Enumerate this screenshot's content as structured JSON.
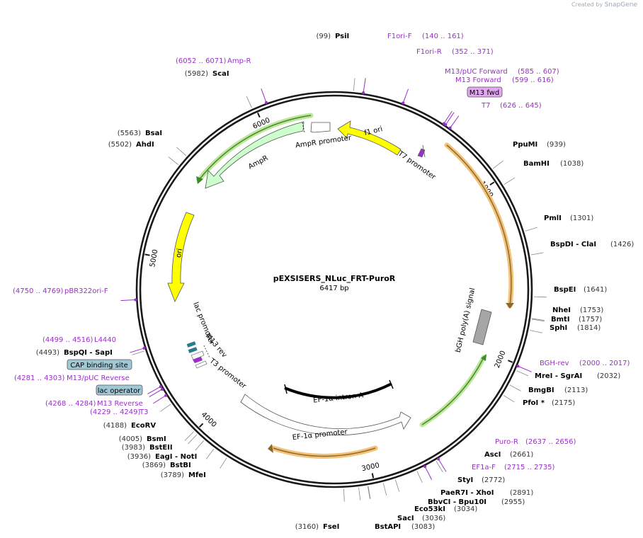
{
  "brand": {
    "created_by": "Created by",
    "app": "SnapGene"
  },
  "plasmid": {
    "name": "pEXSISERS_NLuc_FRT-PuroR",
    "size": "6417 bp",
    "length": 6417
  },
  "colors": {
    "backbone": "#1a1a1a",
    "enzyme_text": "#000000",
    "pos_text": "#333333",
    "primer": "#9a2fc9",
    "feature_yellow": "#ffff00",
    "feature_green": "#ccffcc",
    "feature_orange_glow": "#f3c27a",
    "feature_green_glow": "#bfe59a",
    "terminator": "#a6a6a6",
    "protein_bind": "#a1c8d6",
    "misc": "#ffffff"
  },
  "ticks": [
    {
      "pos": 1000,
      "label": "1000"
    },
    {
      "pos": 2000,
      "label": "2000"
    },
    {
      "pos": 3000,
      "label": "3000"
    },
    {
      "pos": 4000,
      "label": "4000"
    },
    {
      "pos": 5000,
      "label": "5000"
    },
    {
      "pos": 6000,
      "label": "6000"
    }
  ],
  "enzymes": [
    {
      "name": "PsiI",
      "pos": "(99)",
      "at": 99
    },
    {
      "name": "ScaI",
      "pos": "(5982)",
      "at": 5982
    },
    {
      "name": "BsaI",
      "pos": "(5563)",
      "at": 5563
    },
    {
      "name": "AhdI",
      "pos": "(5502)",
      "at": 5502
    },
    {
      "name": "PpuMI",
      "pos": "(939)",
      "at": 939
    },
    {
      "name": "BamHI",
      "pos": "(1038)",
      "at": 1038
    },
    {
      "name": "PmlI",
      "pos": "(1301)",
      "at": 1301
    },
    {
      "name": "BspDI - ClaI",
      "pos": "(1426)",
      "at": 1426
    },
    {
      "name": "BspEI",
      "pos": "(1641)",
      "at": 1641
    },
    {
      "name": "NheI",
      "pos": "(1753)",
      "at": 1753
    },
    {
      "name": "BmtI",
      "pos": "(1757)",
      "at": 1757
    },
    {
      "name": "SphI",
      "pos": "(1814)",
      "at": 1814
    },
    {
      "name": "MreI - SgrAI",
      "pos": "(2032)",
      "at": 2032
    },
    {
      "name": "BmgBI",
      "pos": "(2113)",
      "at": 2113
    },
    {
      "name": "PfoI *",
      "pos": "(2175)",
      "at": 2175
    },
    {
      "name": "AscI",
      "pos": "(2661)",
      "at": 2661
    },
    {
      "name": "StyI",
      "pos": "(2772)",
      "at": 2772
    },
    {
      "name": "PaeR7I - XhoI",
      "pos": "(2891)",
      "at": 2891
    },
    {
      "name": "BbvCI - Bpu10I",
      "pos": "(2955)",
      "at": 2955
    },
    {
      "name": "Eco53kI",
      "pos": "(3034)",
      "at": 3034
    },
    {
      "name": "SacI",
      "pos": "(3036)",
      "at": 3036
    },
    {
      "name": "BstAPI",
      "pos": "(3083)",
      "at": 3083
    },
    {
      "name": "FseI",
      "pos": "(3160)",
      "at": 3160
    },
    {
      "name": "MfeI",
      "pos": "(3789)",
      "at": 3789
    },
    {
      "name": "BstBI",
      "pos": "(3869)",
      "at": 3869
    },
    {
      "name": "EagI - NotI",
      "pos": "(3936)",
      "at": 3936
    },
    {
      "name": "BstEII",
      "pos": "(3983)",
      "at": 3983
    },
    {
      "name": "BsmI",
      "pos": "(4005)",
      "at": 4005
    },
    {
      "name": "EcoRV",
      "pos": "(4188)",
      "at": 4188
    },
    {
      "name": "BspQI - SapI",
      "pos": "(4493)",
      "at": 4493
    }
  ],
  "primers": [
    {
      "name": "F1ori-F",
      "range": "(140 .. 161)",
      "at": 150
    },
    {
      "name": "F1ori-R",
      "range": "(352 .. 371)",
      "at": 361
    },
    {
      "name": "M13/pUC Forward",
      "range": "(585 .. 607)",
      "at": 596
    },
    {
      "name": "M13 Forward",
      "range": "(599 .. 616)",
      "at": 607
    },
    {
      "name": "T7",
      "range": "(626 .. 645)",
      "at": 635
    },
    {
      "name": "Amp-R",
      "range": "(6052 .. 6071)",
      "at": 6061
    },
    {
      "name": "BGH-rev",
      "range": "(2000 .. 2017)",
      "at": 2008
    },
    {
      "name": "Puro-R",
      "range": "(2637 .. 2656)",
      "at": 2646
    },
    {
      "name": "EF1a-F",
      "range": "(2715 .. 2735)",
      "at": 2725
    },
    {
      "name": "pBR322ori-F",
      "range": "(4750 .. 4769)",
      "at": 4760
    },
    {
      "name": "L4440",
      "range": "(4499 .. 4516)",
      "at": 4507
    },
    {
      "name": "M13/pUC Reverse",
      "range": "(4281 .. 4303)",
      "at": 4292
    },
    {
      "name": "M13 Reverse",
      "range": "(4268 .. 4284)",
      "at": 4276
    },
    {
      "name": "T3",
      "range": "(4229 .. 4249)",
      "at": 4239
    }
  ],
  "boxed_labels": [
    {
      "name": "M13 fwd"
    },
    {
      "name": "CAP binding site"
    },
    {
      "name": "lac operator"
    }
  ],
  "features": [
    {
      "name": "f1 ori"
    },
    {
      "name": "AmpR promoter"
    },
    {
      "name": "AmpR"
    },
    {
      "name": "ori"
    },
    {
      "name": "lac promoter"
    },
    {
      "name": "M13 rev"
    },
    {
      "name": "T3 promoter"
    },
    {
      "name": "T7 promoter"
    },
    {
      "name": "bGH poly(A) signal"
    },
    {
      "name": "EF-1α intron A"
    },
    {
      "name": "EF-1α promoter"
    }
  ]
}
